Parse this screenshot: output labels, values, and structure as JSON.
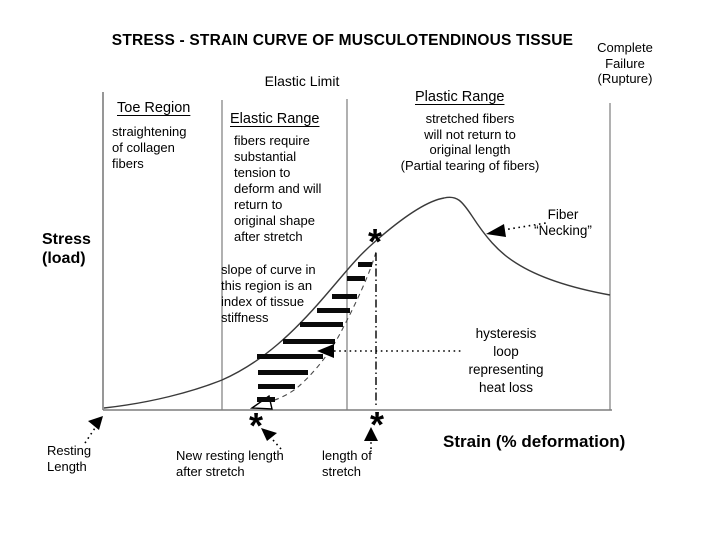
{
  "title": "STRESS - STRAIN CURVE OF MUSCULOTENDINOUS TISSUE",
  "labels": {
    "elastic_limit": "Elastic Limit",
    "complete_failure": "Complete\nFailure\n(Rupture)",
    "stress_axis": "Stress\n(load)",
    "strain_axis": "Strain (% deformation)",
    "fiber_necking": "Fiber\n“Necking”",
    "slope_note": "slope of curve in\nthis region is an\nindex of tissue\nstiffness",
    "hysteresis_note": "hysteresis\nloop\nrepresenting\nheat loss",
    "resting_length": "Resting\nLength",
    "new_resting_length": "New resting length\nafter stretch",
    "length_of_stretch": "length of\nstretch",
    "asterisk": "*"
  },
  "regions": [
    {
      "name": "Toe Region",
      "description": "straightening\nof collagen\nfibers"
    },
    {
      "name": "Elastic Range",
      "description": "fibers require\nsubstantial\ntension to\ndeform and will\nreturn to\noriginal shape\nafter stretch"
    },
    {
      "name": "Plastic Range",
      "description": "stretched fibers\nwill not return to\noriginal length\n(Partial tearing of fibers)"
    }
  ],
  "colors": {
    "text": "#000000",
    "frame_line": "#7d7d7d",
    "curve": "#3a3a3a",
    "hatch": "#0a0a0a",
    "background": "#ffffff"
  }
}
